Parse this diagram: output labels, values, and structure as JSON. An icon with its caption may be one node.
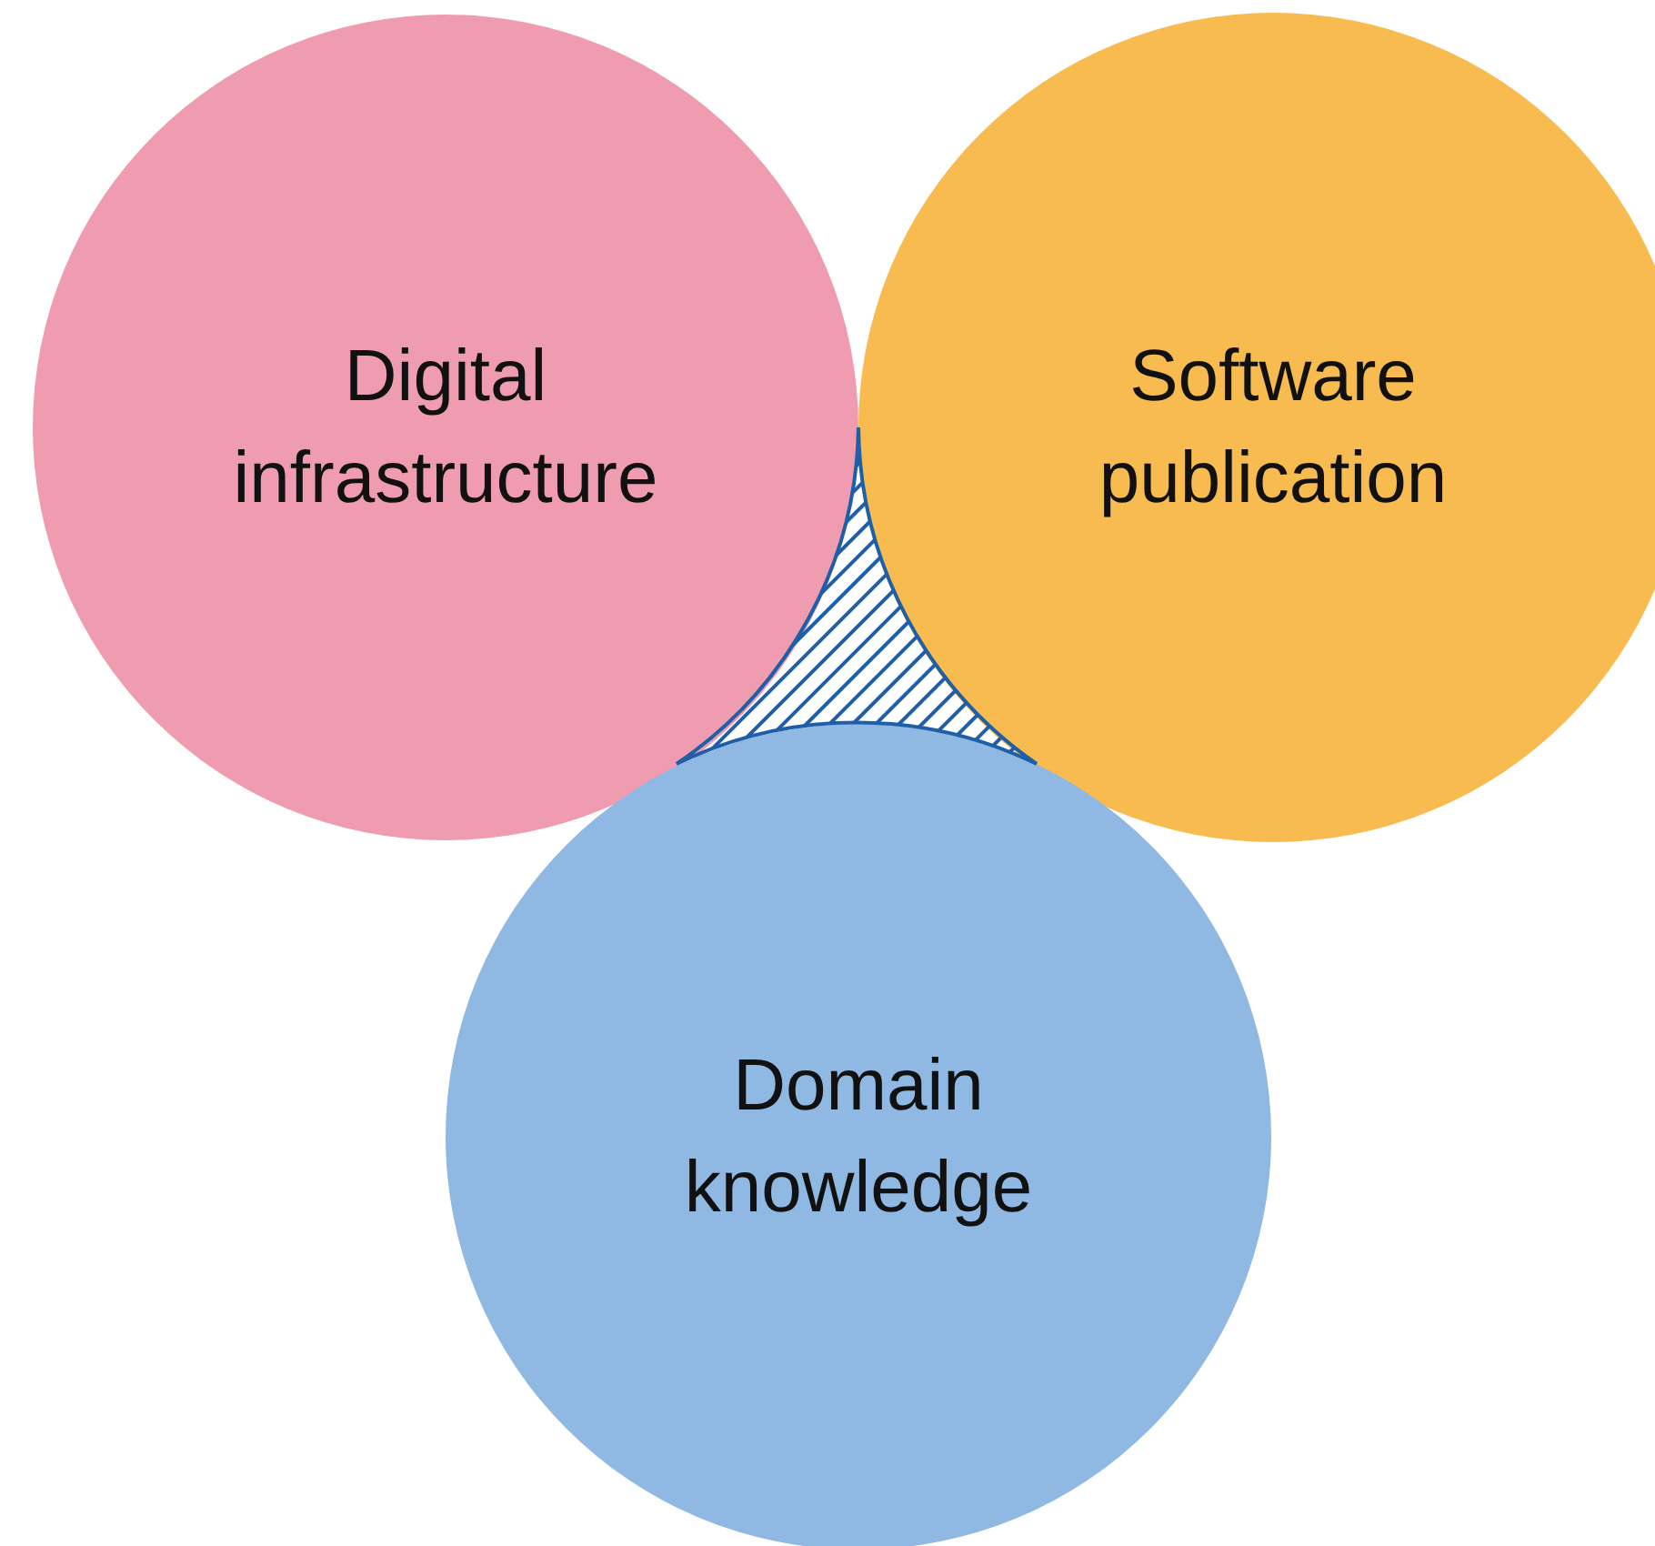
{
  "diagram": {
    "nodes": [
      {
        "text": [
          "Digital infrastructure"
        ]
      },
      {
        "text": [
          "Software publication"
        ]
      },
      {
        "text": [
          "Domain knowledge"
        ]
      },
      {
        "text": [],
        "shape": "triangle"
      }
    ]
  }
}
